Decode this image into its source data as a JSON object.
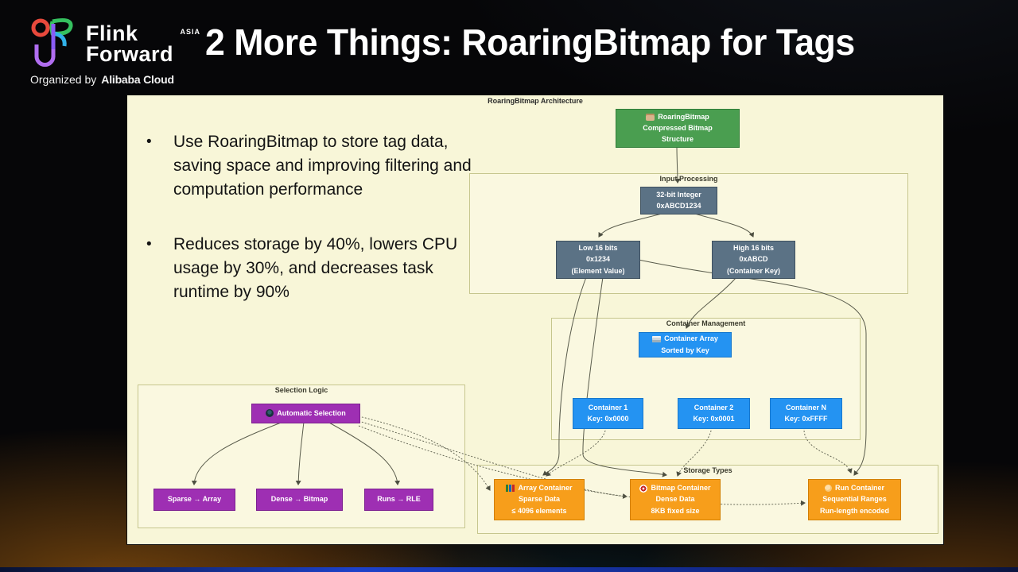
{
  "slide": {
    "title": "2 More Things: RoaringBitmap for Tags",
    "logo": {
      "flink": "Flink",
      "forward": "Forward",
      "asia": "ASIA",
      "organized_by": "Organized by",
      "organizer": "Alibaba Cloud"
    },
    "bullets": [
      "Use RoaringBitmap to store tag data, saving space and improving filtering and computation performance",
      "Reduces storage by 40%, lowers CPU usage by 30%, and decreases task runtime by 90%"
    ]
  },
  "diagram": {
    "title": "RoaringBitmap Architecture",
    "sections": {
      "input": "Input Processing",
      "container": "Container Management",
      "selection": "Selection Logic",
      "storage": "Storage Types"
    },
    "icons": {
      "root": "card-box-icon",
      "container_array": "archive-icon",
      "auto_selection": "gear-icon",
      "array_container": "bar-chart-icon",
      "bitmap_container": "target-icon",
      "run_container": "runner-icon"
    },
    "colors": {
      "root_green": "#4a9e50",
      "input_slate": "#5b7285",
      "container_blue": "#2493f2",
      "selection_purple": "#9e2fb3",
      "storage_orange": "#f79e1b",
      "panel_cream": "#f8f6d8"
    },
    "nodes": {
      "root": {
        "l1": "RoaringBitmap",
        "l2": "Compressed Bitmap",
        "l3": "Structure"
      },
      "int32": {
        "l1": "32-bit Integer",
        "l2": "0xABCD1234"
      },
      "low": {
        "l1": "Low 16 bits",
        "l2": "0x1234",
        "l3": "(Element Value)"
      },
      "high": {
        "l1": "High 16 bits",
        "l2": "0xABCD",
        "l3": "(Container Key)"
      },
      "carr": {
        "l1": "Container Array",
        "l2": "Sorted by Key"
      },
      "c1": {
        "l1": "Container 1",
        "l2": "Key: 0x0000"
      },
      "c2": {
        "l1": "Container 2",
        "l2": "Key: 0x0001"
      },
      "cn": {
        "l1": "Container N",
        "l2": "Key: 0xFFFF"
      },
      "auto": {
        "l1": "Automatic Selection"
      },
      "sparse": {
        "l1": "Sparse → Array"
      },
      "dense": {
        "l1": "Dense → Bitmap"
      },
      "runs": {
        "l1": "Runs → RLE"
      },
      "arrc": {
        "l1": "Array Container",
        "l2": "Sparse Data",
        "l3": "≤ 4096 elements"
      },
      "bitc": {
        "l1": "Bitmap Container",
        "l2": "Dense Data",
        "l3": "8KB fixed size"
      },
      "runc": {
        "l1": "Run Container",
        "l2": "Sequential Ranges",
        "l3": "Run-length encoded"
      }
    }
  }
}
